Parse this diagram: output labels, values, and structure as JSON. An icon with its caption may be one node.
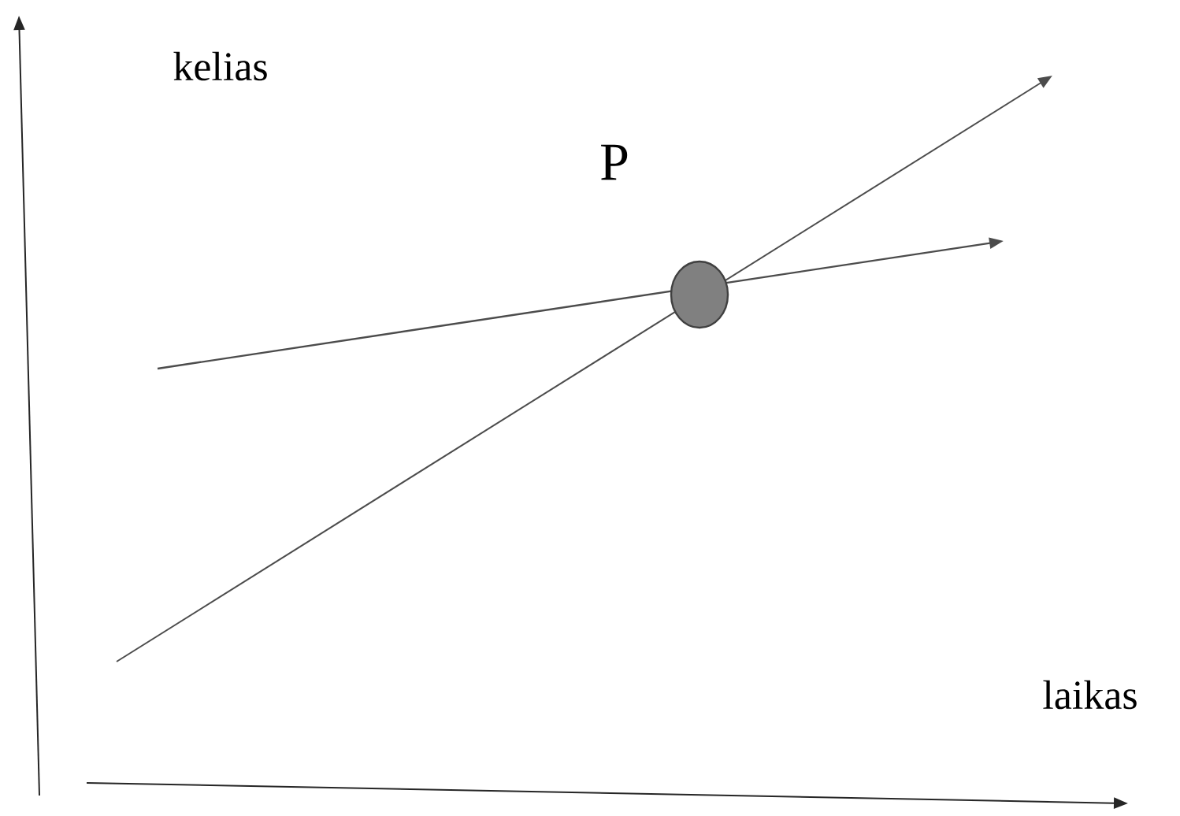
{
  "diagram": {
    "nodes": [
      {
        "text": [],
        "shape": "circle",
        "beside": [
          "P"
        ]
      }
    ],
    "labels": [
      "kelias",
      "laikas"
    ]
  }
}
